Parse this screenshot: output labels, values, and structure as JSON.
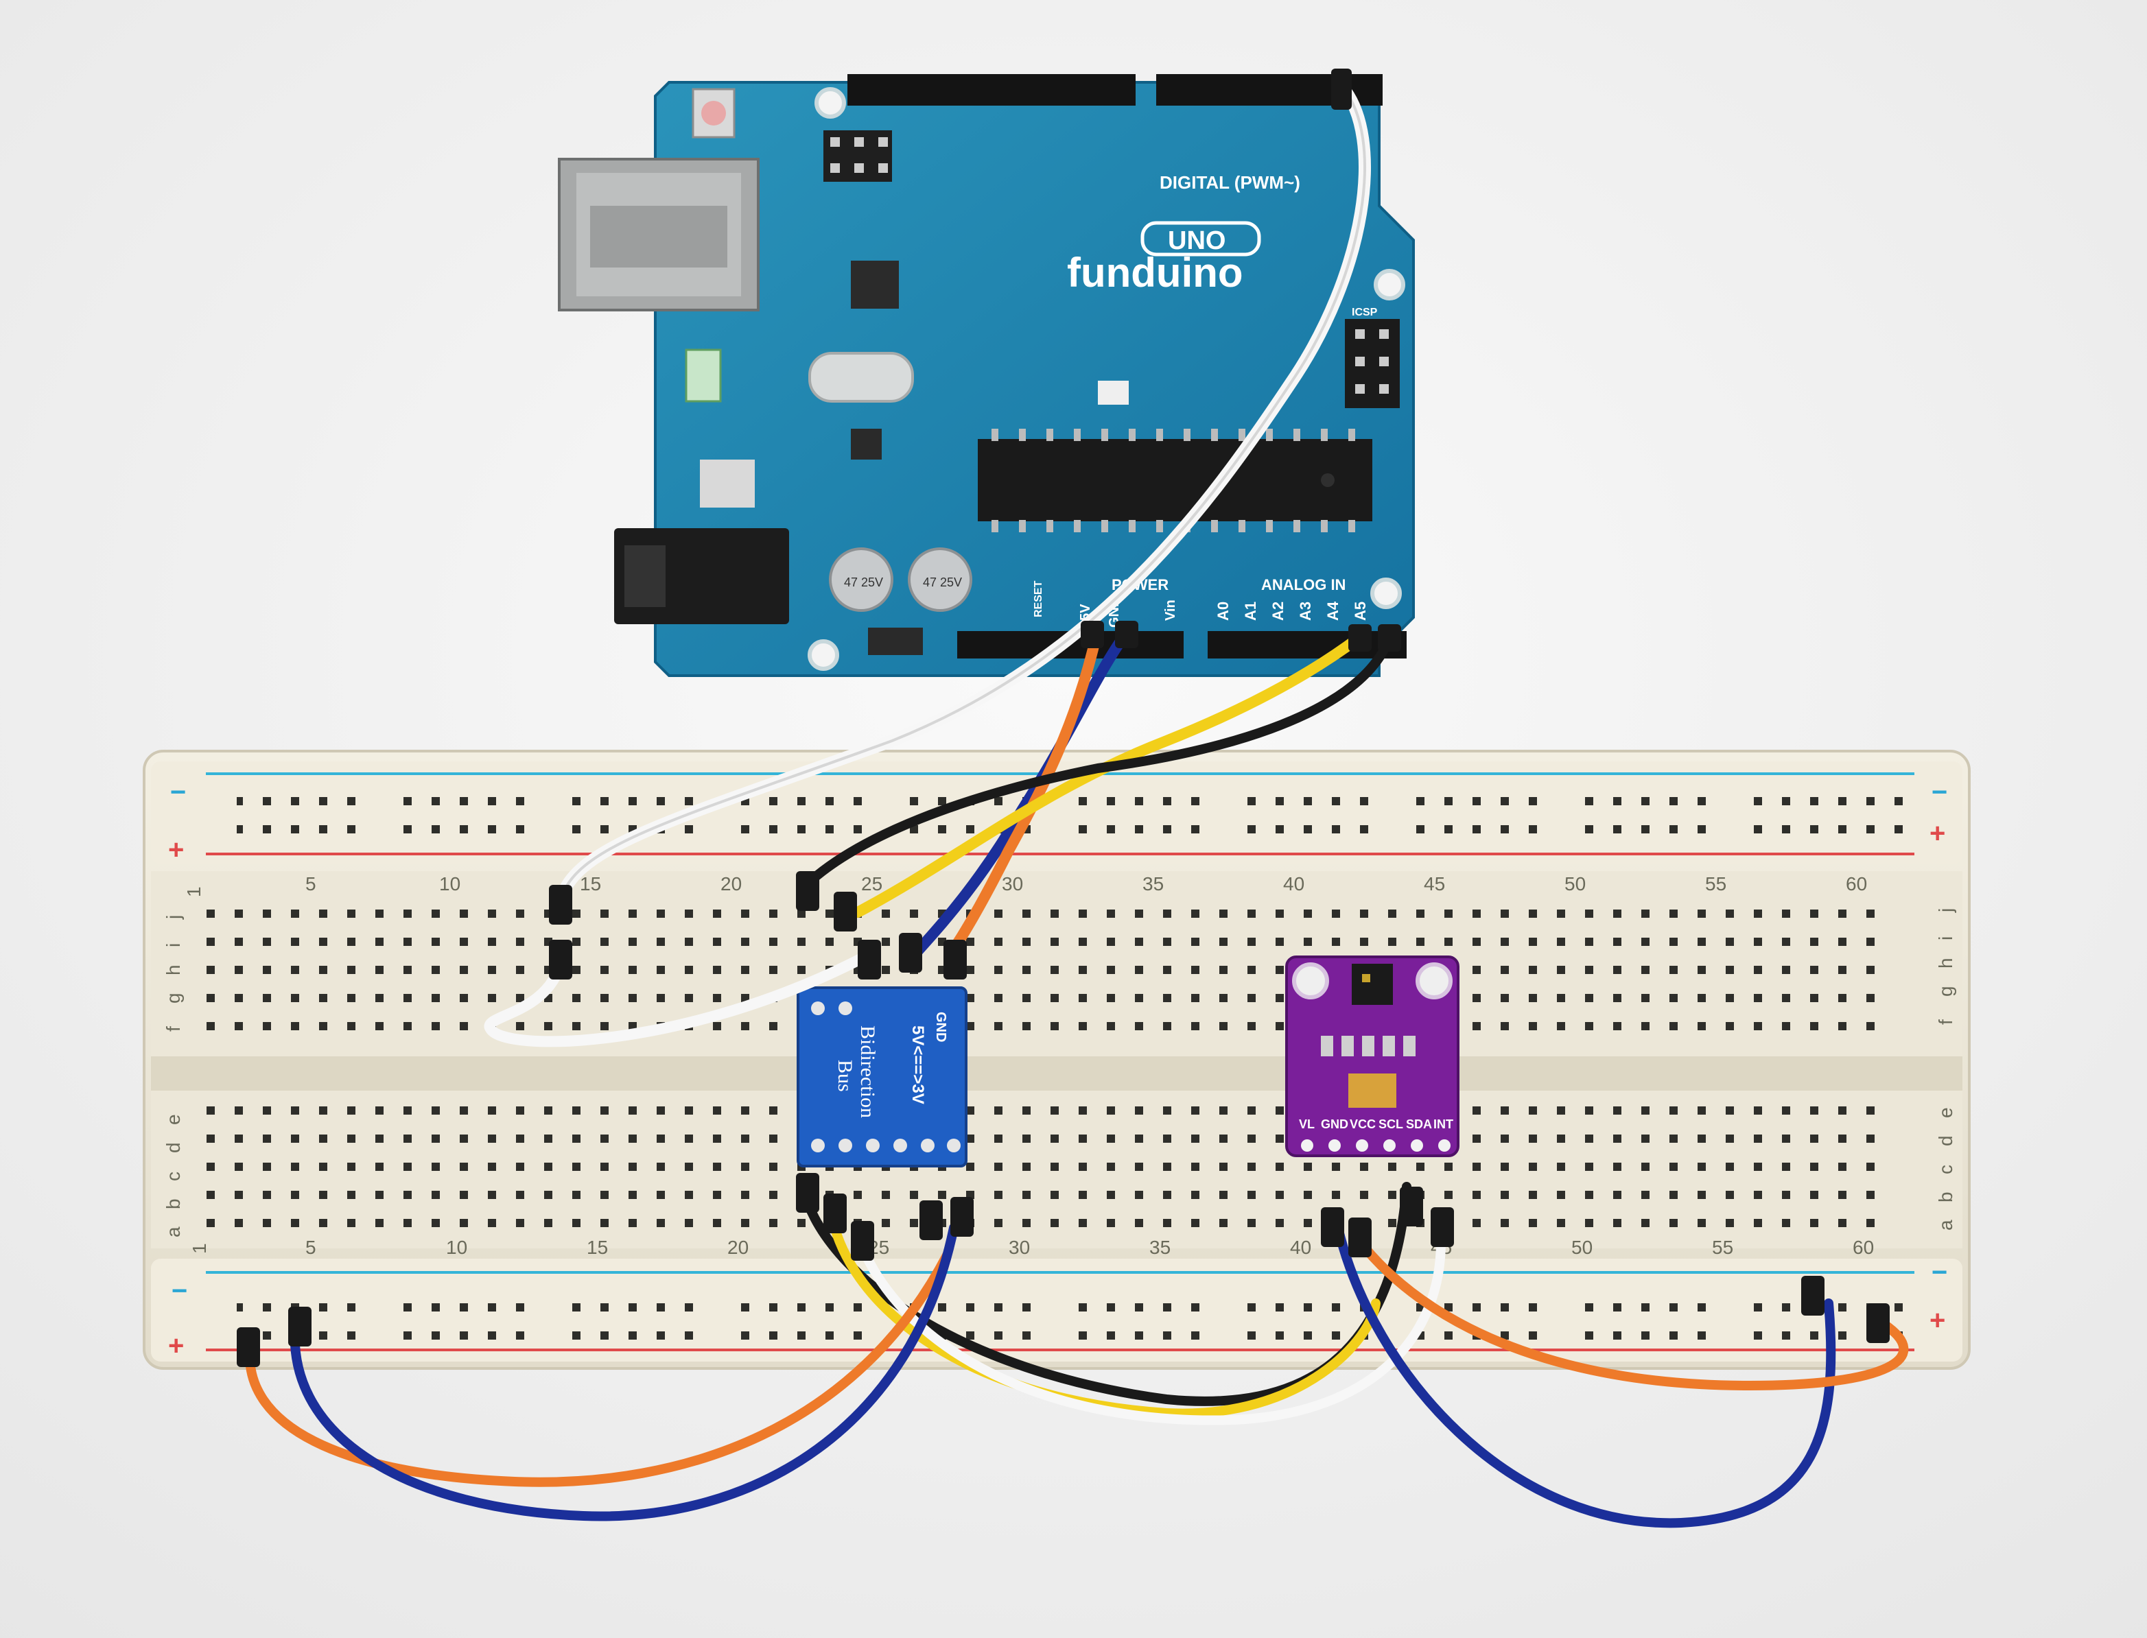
{
  "arduino": {
    "brand": "funduino",
    "model": "UNO",
    "header_digital": "DIGITAL (PWM~)",
    "header_power": "POWER",
    "header_analog": "ANALOG IN",
    "analog_pins": [
      "A0",
      "A1",
      "A2",
      "A3",
      "A4",
      "A5"
    ],
    "power_pins": [
      "5V",
      "GND",
      "Vin"
    ],
    "icsp_label": "ICSP",
    "reset_label": "RESET",
    "cap_label": "47 25V"
  },
  "level_shifter": {
    "title": "Bidirection",
    "subtitle": "Bus",
    "voltage_label": "5V<==>3V",
    "gnd_label": "GND"
  },
  "sensor": {
    "pins": [
      "VL",
      "GND",
      "VCC",
      "SCL",
      "SDA",
      "INT"
    ]
  },
  "breadboard": {
    "column_numbers": [
      "1",
      "5",
      "10",
      "15",
      "20",
      "25",
      "30",
      "35",
      "40",
      "45",
      "50",
      "55",
      "60"
    ],
    "rows_top": [
      "j",
      "i",
      "h",
      "g",
      "f"
    ],
    "rows_bottom": [
      "e",
      "d",
      "c",
      "b",
      "a"
    ],
    "rail_minus": "−",
    "rail_plus": "+"
  },
  "colors": {
    "pcb_blue": "#1a7fa6",
    "shifter_blue": "#1f5fc4",
    "sensor_purple": "#7a1f9a",
    "breadboard": "#ebe6d6",
    "wire_white": "#f7f7f7",
    "wire_black": "#1a1a1a",
    "wire_blue": "#1b2f9a",
    "wire_orange": "#ee7a2a",
    "wire_yellow": "#f2cf1a"
  }
}
